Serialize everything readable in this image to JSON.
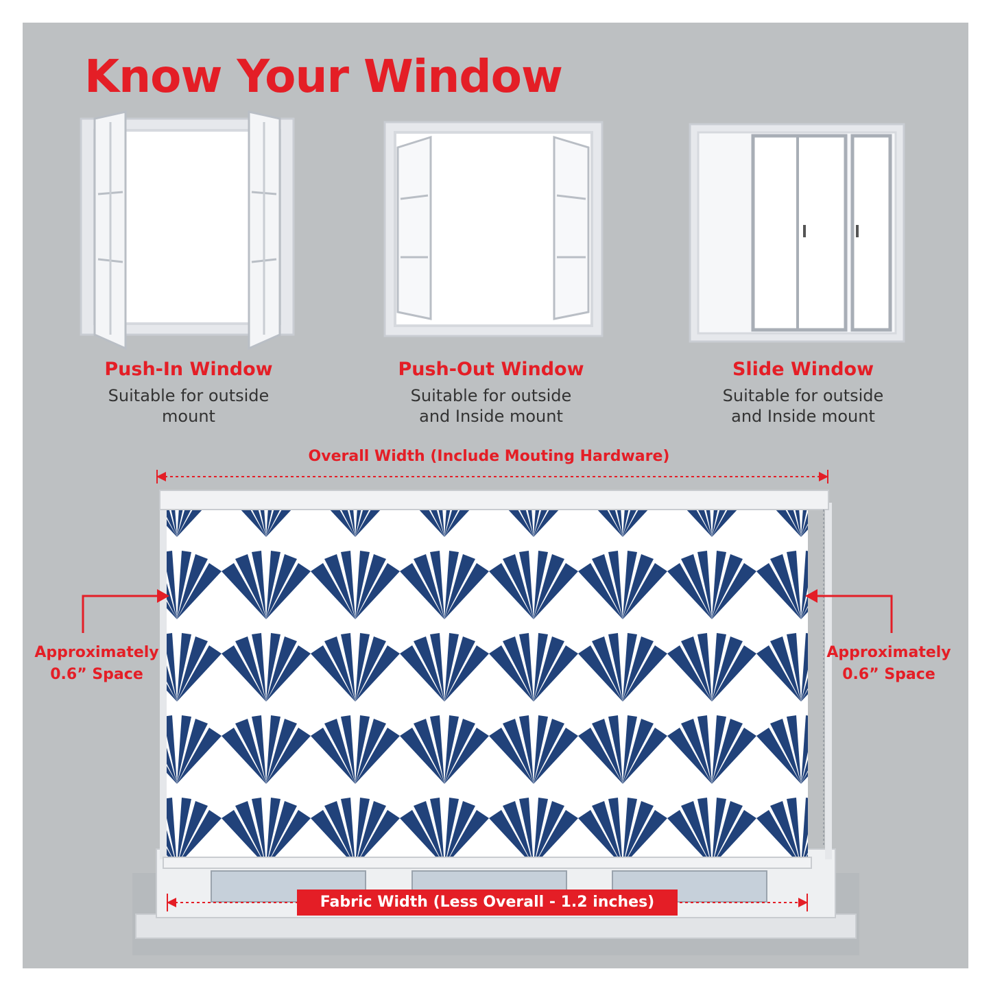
{
  "title": "Know Your Window",
  "windows": [
    {
      "name": "Push-In Window",
      "desc1": "Suitable for outside",
      "desc2": "mount"
    },
    {
      "name": "Push-Out Window",
      "desc1": "Suitable for outside",
      "desc2": "and Inside mount"
    },
    {
      "name": "Slide Window",
      "desc1": "Suitable for outside",
      "desc2": "and Inside mount"
    }
  ],
  "overall_width_label": "Overall Width (Include Mouting Hardware)",
  "space_left": {
    "line1": "Approximately",
    "line2": "0.6” Space"
  },
  "space_right": {
    "line1": "Approximately",
    "line2": "0.6” Space"
  },
  "fabric_width_label": "Fabric Width (Less Overall - 1.2 inches)",
  "colors": {
    "accent": "#e41e26",
    "background": "#bdc0c2",
    "pattern": "#21427a",
    "frame": "#f2f3f5"
  }
}
